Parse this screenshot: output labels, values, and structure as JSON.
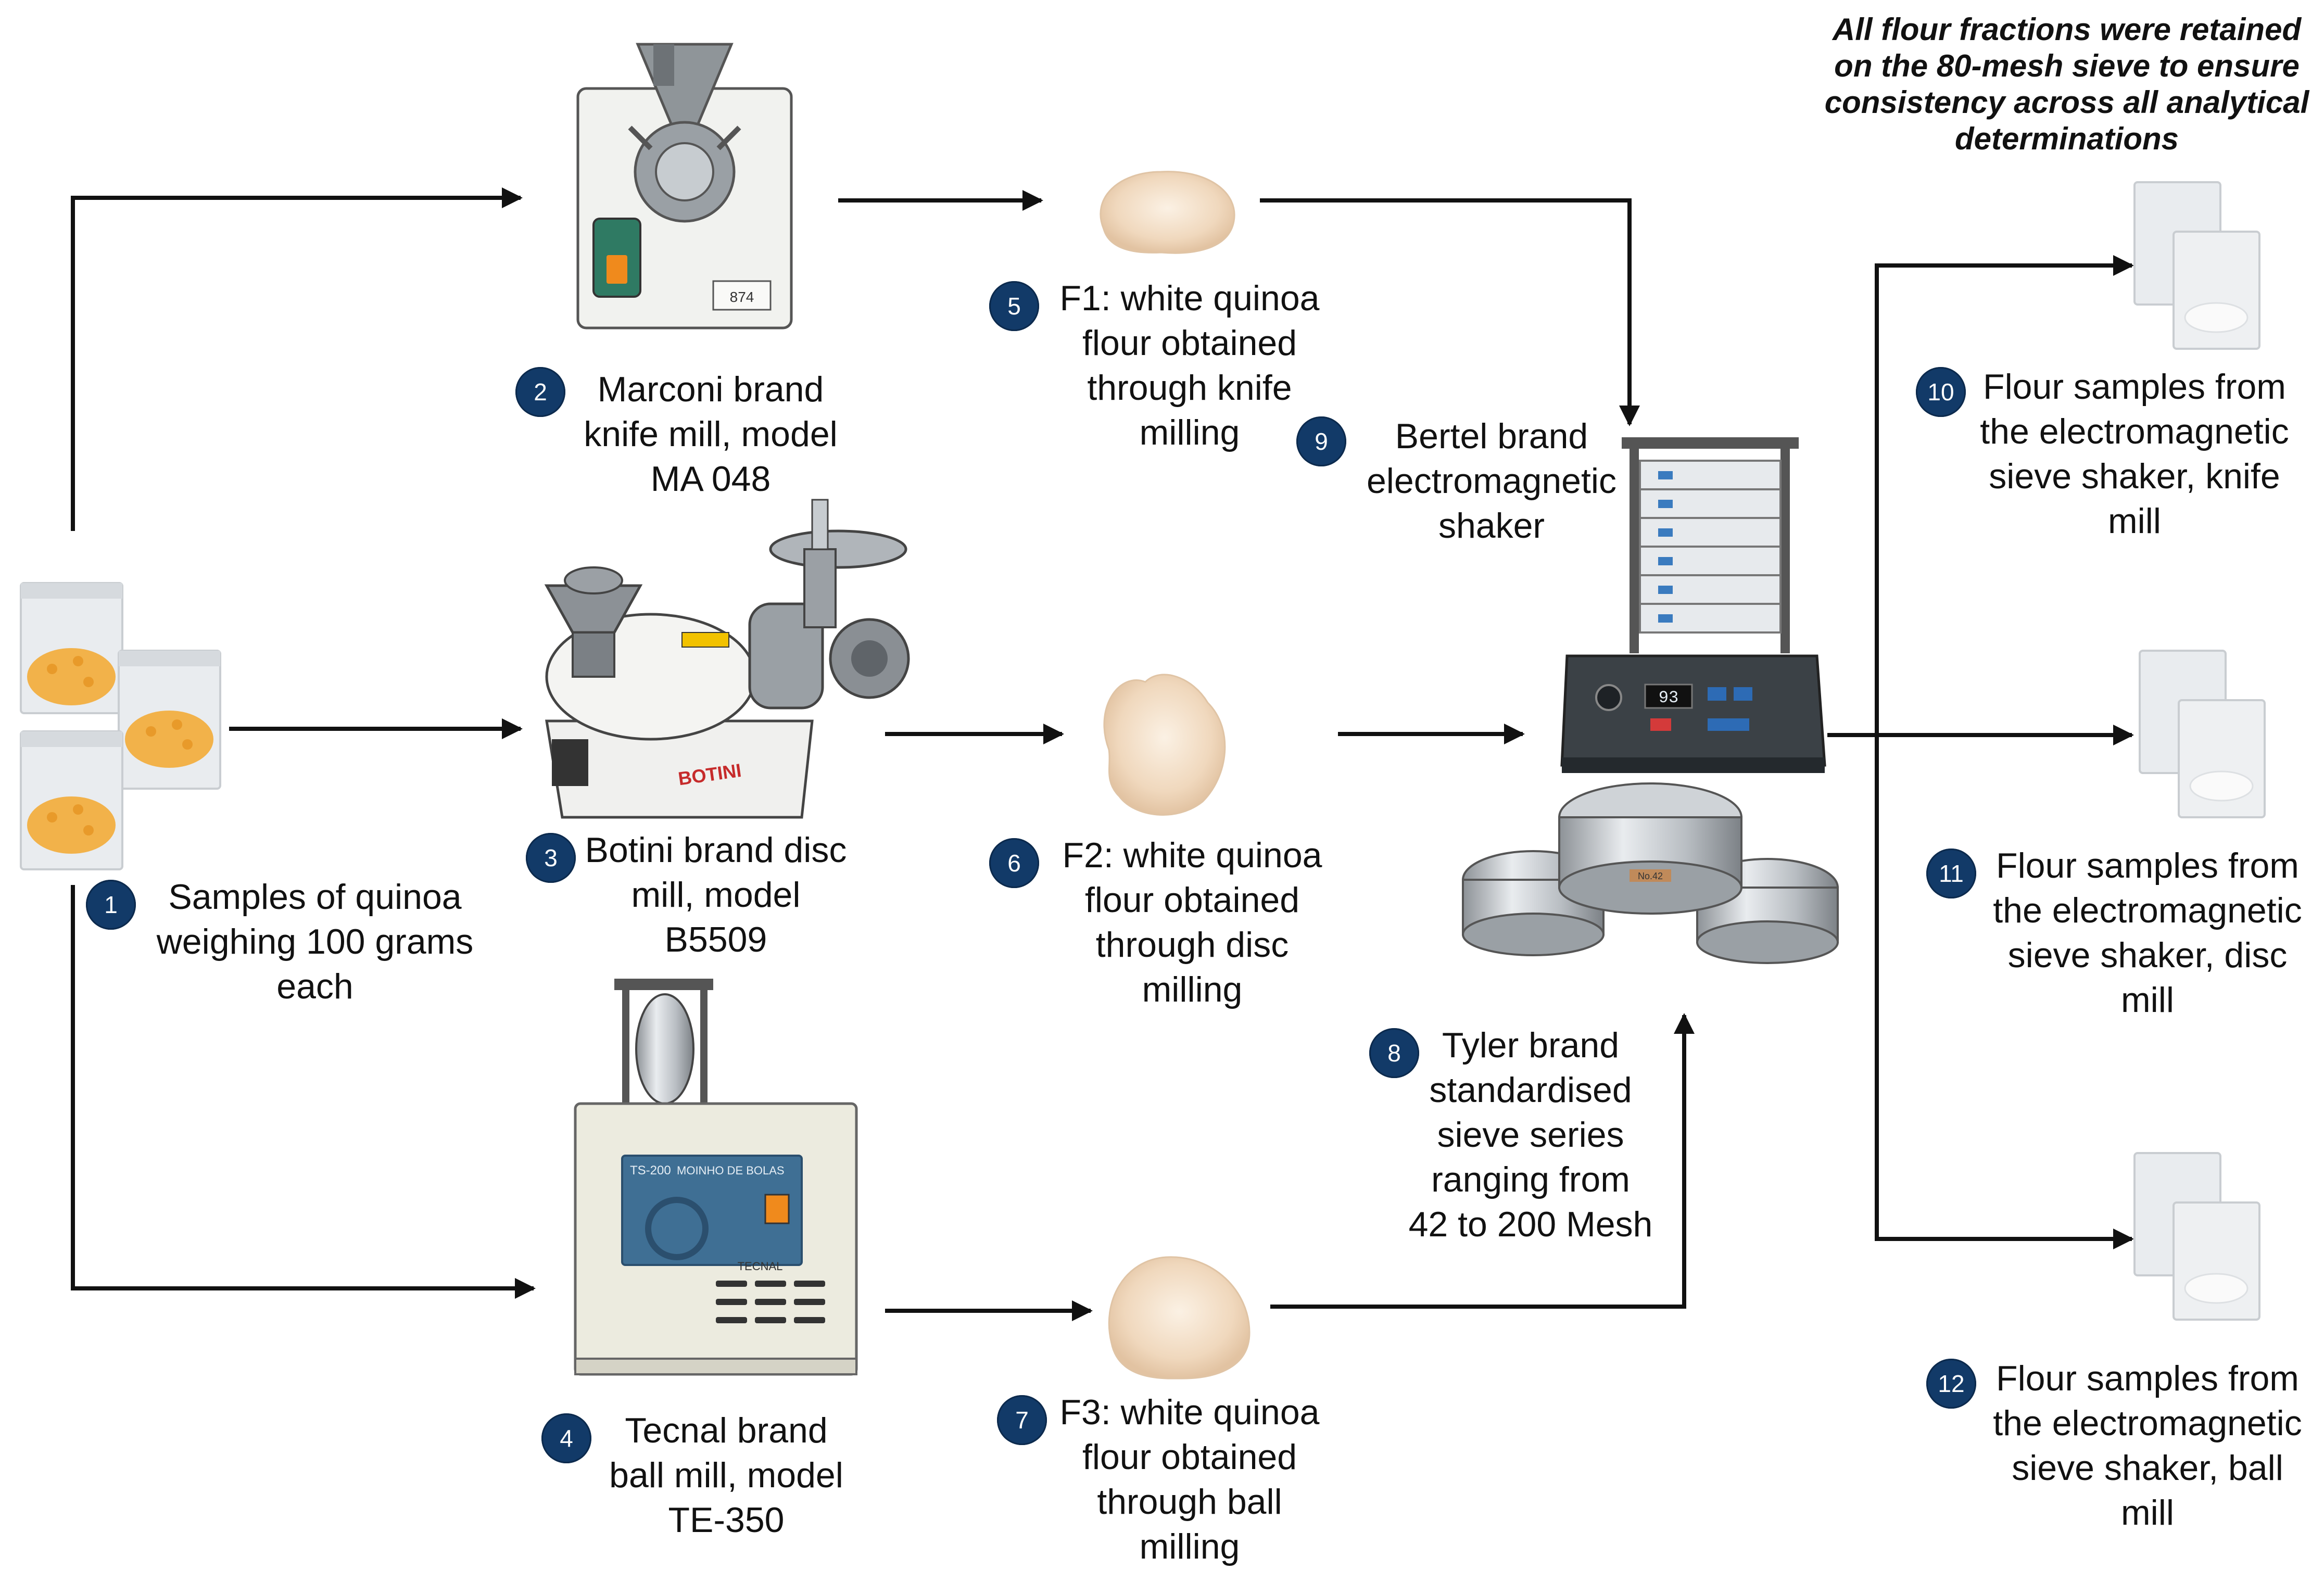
{
  "note": "All flour fractions were retained\non the 80-mesh sieve to ensure\nconsistency across all analytical\ndeterminations",
  "steps": [
    {
      "n": "1",
      "label": "Samples of quinoa\nweighing 100 grams\neach"
    },
    {
      "n": "2",
      "label": "Marconi brand\nknife mill, model\nMA 048"
    },
    {
      "n": "3",
      "label": "Botini brand disc\nmill, model\nB5509"
    },
    {
      "n": "4",
      "label": "Tecnal brand\nball mill, model\nTE-350"
    },
    {
      "n": "5",
      "label": "F1: white quinoa\nflour obtained\nthrough knife\nmilling"
    },
    {
      "n": "6",
      "label": "F2: white quinoa\nflour obtained\nthrough disc\nmilling"
    },
    {
      "n": "7",
      "label": "F3: white quinoa\nflour obtained\nthrough ball\nmilling"
    },
    {
      "n": "8",
      "label": "Tyler brand\nstandardised\nsieve series\nranging from\n42 to 200 Mesh"
    },
    {
      "n": "9",
      "label": "Bertel brand\nelectromagnetic\nshaker"
    },
    {
      "n": "10",
      "label": "Flour samples from\nthe electromagnetic\nsieve shaker, knife\nmill"
    },
    {
      "n": "11",
      "label": "Flour samples from\nthe electromagnetic\nsieve shaker, disc\nmill"
    },
    {
      "n": "12",
      "label": "Flour samples from\nthe electromagnetic\nsieve shaker, ball\nmill"
    }
  ],
  "equipment_text": {
    "knife_mill_display": "874",
    "disc_mill_brand": "BOTINI",
    "ball_mill_model": "TS-200",
    "ball_mill_title": "MOINHO DE BOLAS",
    "ball_mill_brand": "TECNAL",
    "shaker_display": "93",
    "sieve_tag": "No.42"
  },
  "colors": {
    "badge": "#123a68",
    "arrow": "#111111",
    "flour": "#f1dcc4",
    "quinoa": "#f2b24a"
  }
}
